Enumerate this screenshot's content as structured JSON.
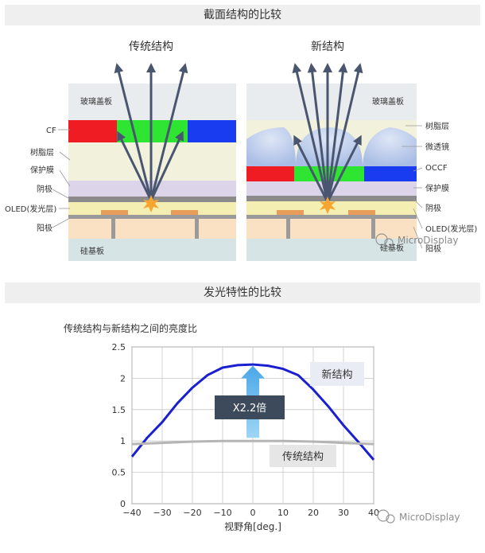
{
  "section1": {
    "title": "截面结构的比较",
    "left_title": "传统结构",
    "right_title": "新结构",
    "left_labels": {
      "cover": "玻璃盖板",
      "cf": "CF",
      "resin": "树脂层",
      "protect": "保护膜",
      "cathode": "阴极",
      "oled": "OLED(发光层)",
      "anode": "阳极",
      "substrate": "硅基板"
    },
    "right_labels": {
      "cover": "玻璃盖板",
      "resin": "树脂层",
      "microlens": "微透镜",
      "occf": "OCCF",
      "protect": "保护膜",
      "cathode": "阴极",
      "oled": "OLED(发光层)",
      "anode": "阳极",
      "substrate": "硅基板"
    }
  },
  "section2": {
    "title": "发光特性的比较"
  },
  "chart_data": {
    "type": "line",
    "title": "传统结构与新结构之间的亮度比",
    "xlabel": "视野角[deg.]",
    "ylabel": "",
    "xlim": [
      -40,
      40
    ],
    "ylim": [
      0,
      2.5
    ],
    "xticks": [
      "−40",
      "−30",
      "−20",
      "−10",
      "0",
      "10",
      "20",
      "30",
      "40"
    ],
    "yticks": [
      "0",
      "0.5",
      "1",
      "1.5",
      "2",
      "2.5"
    ],
    "grid": true,
    "series": [
      {
        "name": "新结构",
        "color": "#1a1fcf",
        "x": [
          -40,
          -35,
          -30,
          -25,
          -20,
          -15,
          -10,
          -5,
          0,
          5,
          10,
          15,
          20,
          25,
          30,
          35,
          40
        ],
        "y": [
          0.75,
          1.05,
          1.3,
          1.6,
          1.85,
          2.05,
          2.17,
          2.21,
          2.22,
          2.2,
          2.15,
          2.05,
          1.82,
          1.55,
          1.25,
          0.98,
          0.7
        ]
      },
      {
        "name": "传统结构",
        "color": "#b5b5b5",
        "x": [
          -40,
          -30,
          -20,
          -10,
          0,
          10,
          20,
          30,
          40
        ],
        "y": [
          0.95,
          0.97,
          0.99,
          1.0,
          1.0,
          1.0,
          0.99,
          0.97,
          0.95
        ]
      }
    ],
    "annotation": "X2.2倍"
  },
  "watermarks": {
    "top": "MicroDisplay",
    "bottom": "MicroDisplay"
  }
}
